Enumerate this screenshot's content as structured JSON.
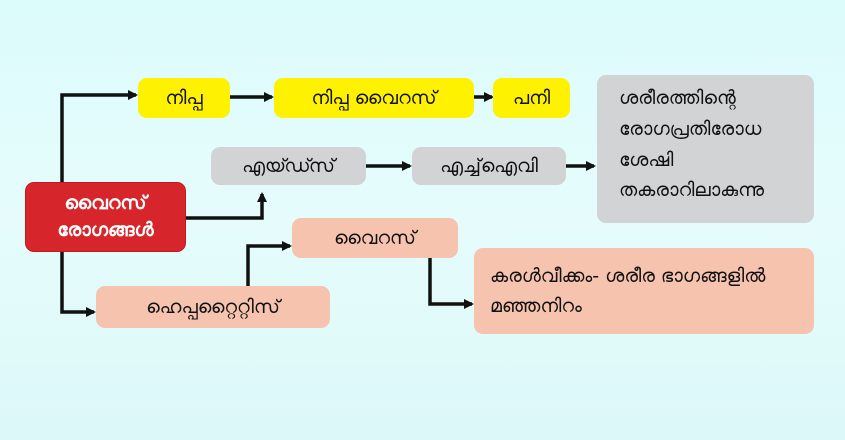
{
  "nodes": {
    "root": "വൈറസ്\nരോഗങ്ങൾ",
    "nipah": "നിപ്പ",
    "nipah_virus": "നിപ്പ വൈറസ്",
    "fever": "പനി",
    "aids": "എയ്ഡ്സ്",
    "hiv": "എച്ച്ഐവി",
    "immunity": "ശരീരത്തിന്റെ രോഗപ്രതിരോധ ശേഷി തകരാറിലാകുന്നു",
    "hepatitis": "ഹെപ്പറ്റൈറ്റിസ്",
    "hep_virus": "വൈറസ്",
    "hep_effect": "കരൾവീക്കം- ശരീര ഭാഗങ്ങളിൽ മഞ്ഞനിറം"
  },
  "colors": {
    "yellow": "#fff200",
    "grey": "#d2d3d5",
    "peach": "#f6c3ae",
    "red": "#d7262b",
    "arrow": "#111111"
  }
}
